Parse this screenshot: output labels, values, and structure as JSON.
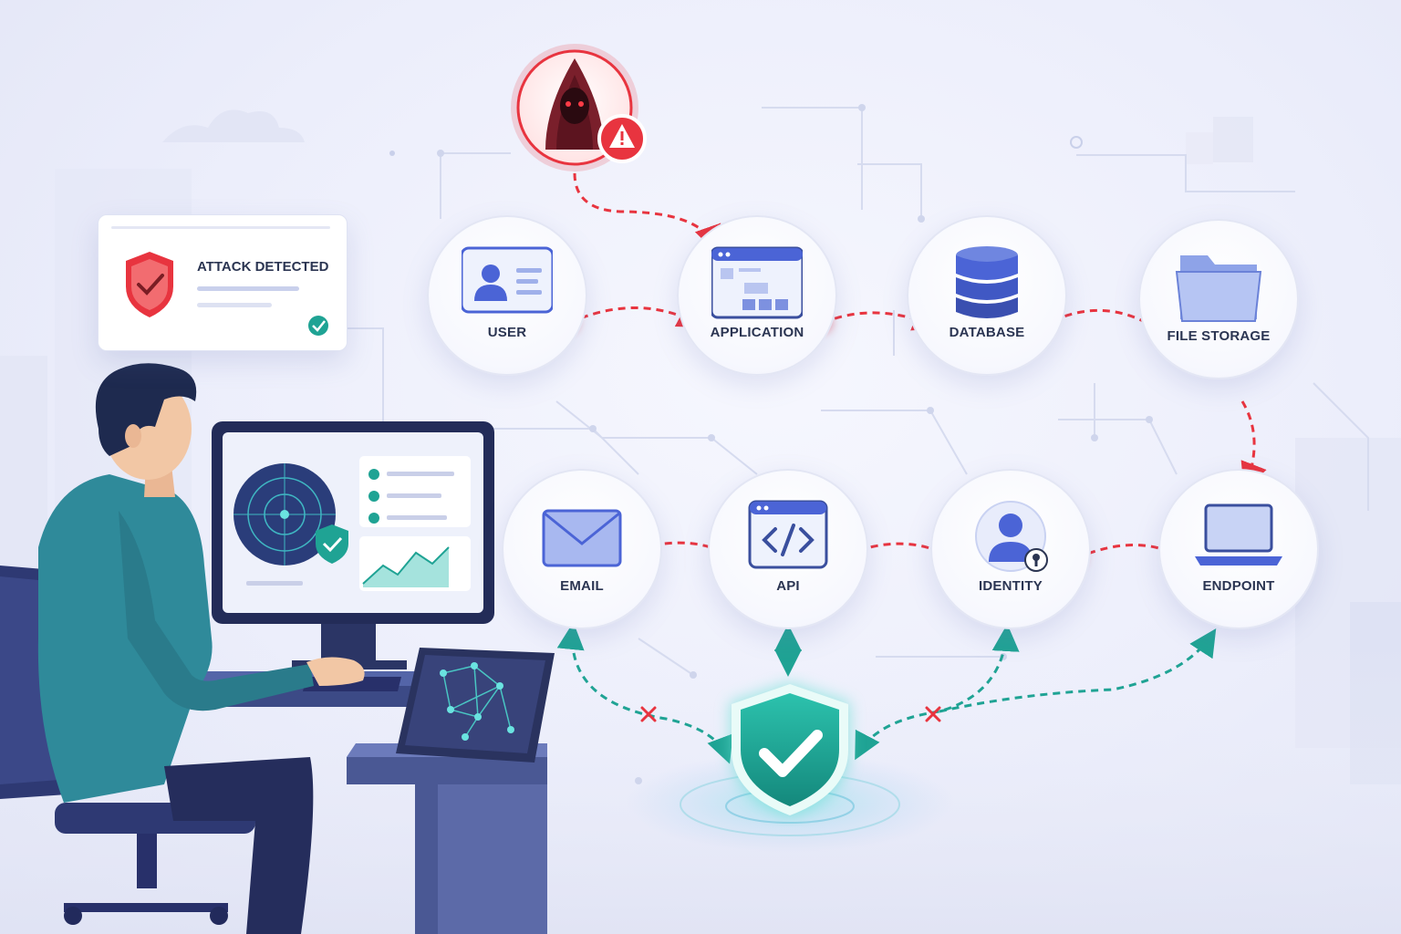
{
  "alert": {
    "title": "ATTACK DETECTED"
  },
  "nodes": [
    {
      "id": "user",
      "label": "USER"
    },
    {
      "id": "application",
      "label": "APPLICATION"
    },
    {
      "id": "database",
      "label": "DATABASE"
    },
    {
      "id": "file-storage",
      "label": "FILE STORAGE"
    },
    {
      "id": "email",
      "label": "EMAIL"
    },
    {
      "id": "api",
      "label": "API"
    },
    {
      "id": "identity",
      "label": "IDENTITY"
    },
    {
      "id": "endpoint",
      "label": "ENDPOINT"
    }
  ],
  "colors": {
    "attack": "#e8343f",
    "defense": "#1fa394",
    "accent": "#4b64d6",
    "text": "#2b3552"
  },
  "icons": [
    "hacker-icon",
    "warning-icon",
    "shield-check-icon",
    "user-card-icon",
    "browser-window-icon",
    "database-icon",
    "folder-icon",
    "envelope-icon",
    "code-window-icon",
    "identity-key-icon",
    "laptop-icon"
  ]
}
